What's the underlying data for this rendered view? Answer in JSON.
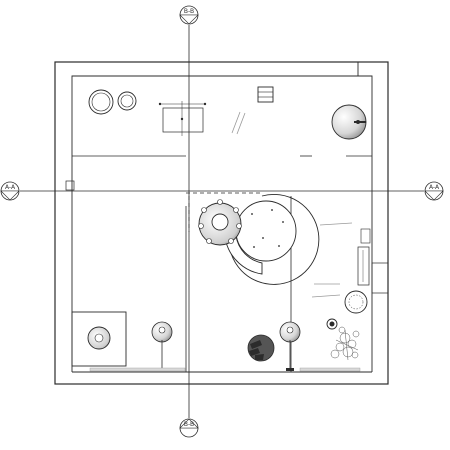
{
  "drawing": {
    "section_marks": {
      "top": "B-B",
      "bottom": "B-B",
      "left": "A-A",
      "right": "A-A"
    }
  },
  "colors": {
    "line": "#2b2b2b",
    "light_line": "#9a9a9a",
    "fill_gray": "#d9d9d9",
    "dark_fill": "#555555",
    "background": "#ffffff"
  }
}
